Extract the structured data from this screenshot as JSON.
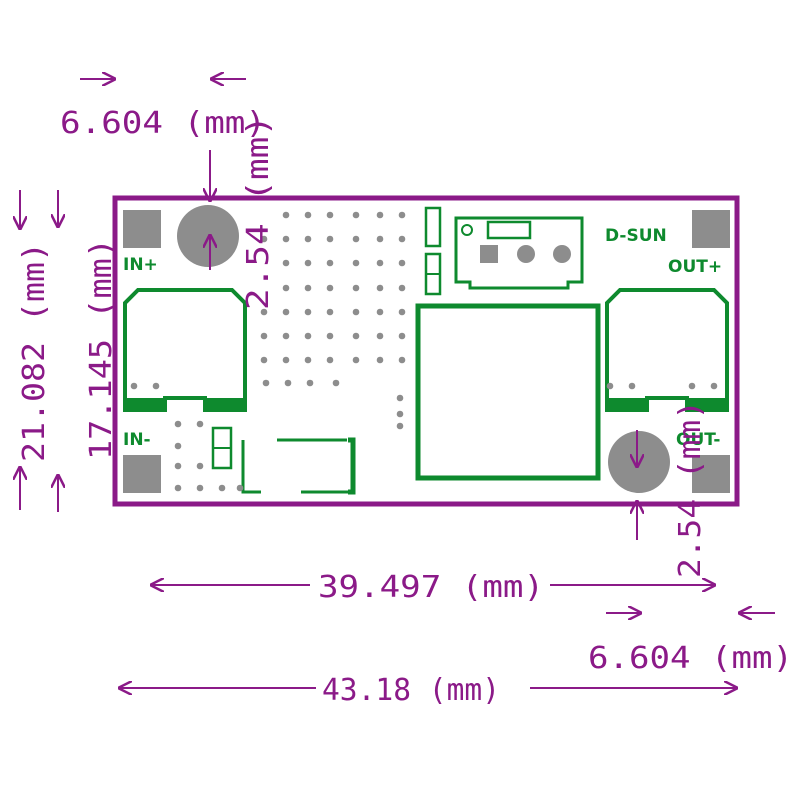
{
  "colors": {
    "dimension": "#8b1a88",
    "board_outline": "#8b1a88",
    "copper": "#0e8a2e",
    "pad": "#8d8d8d",
    "board_fill": "#ffffff",
    "silkscreen": "#0e8a2e"
  },
  "board_labels": {
    "in_plus": "IN+",
    "in_minus": "IN-",
    "out_plus": "OUT+",
    "out_minus": "OUT-",
    "brand": "D-SUN"
  },
  "dimensions": {
    "top_hole_offset": "6.604 (mm)",
    "top_hole_diameter": "2.54 (mm)",
    "board_height": "21.082 (mm)",
    "hole_spacing_vertical": "17.145 (mm)",
    "hole_spacing_horizontal": "39.497 (mm)",
    "bottom_hole_diameter": "2.54 (mm)",
    "bottom_hole_offset": "6.604 (mm)",
    "board_width": "43.18 (mm)"
  }
}
